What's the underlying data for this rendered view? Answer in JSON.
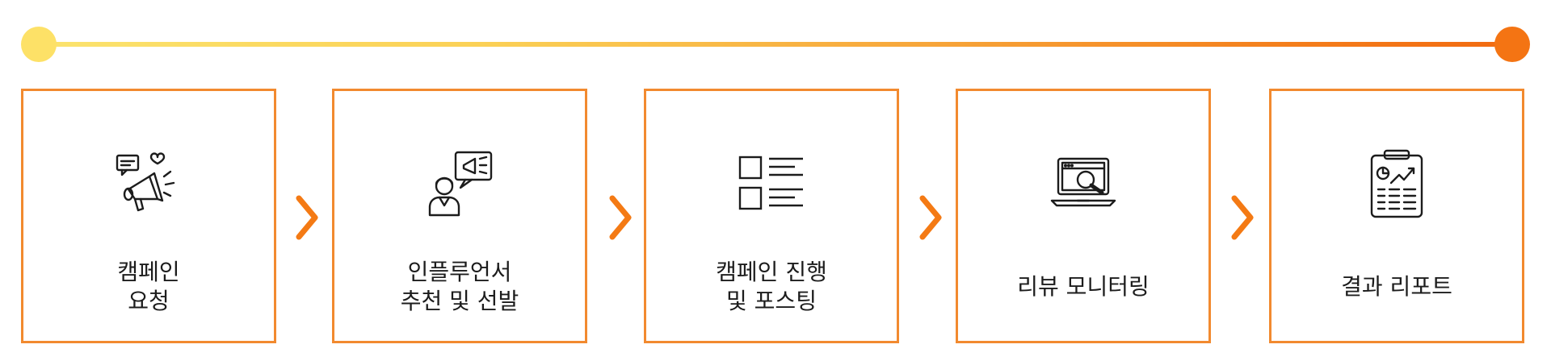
{
  "colors": {
    "accent": "#f28a2f",
    "timeline_start": "#fde167",
    "timeline_end": "#f47413",
    "text": "#1c1c1c"
  },
  "steps": [
    {
      "line1": "캠페인",
      "line2": "요청",
      "icon": "megaphone-icon"
    },
    {
      "line1": "인플루언서",
      "line2": "추천 및 선발",
      "icon": "influencer-icon"
    },
    {
      "line1": "캠페인 진행",
      "line2": "및 포스팅",
      "icon": "checklist-icon"
    },
    {
      "line1": "리뷰 모니터링",
      "line2": "",
      "icon": "monitoring-icon"
    },
    {
      "line1": "결과 리포트",
      "line2": "",
      "icon": "report-icon"
    }
  ]
}
